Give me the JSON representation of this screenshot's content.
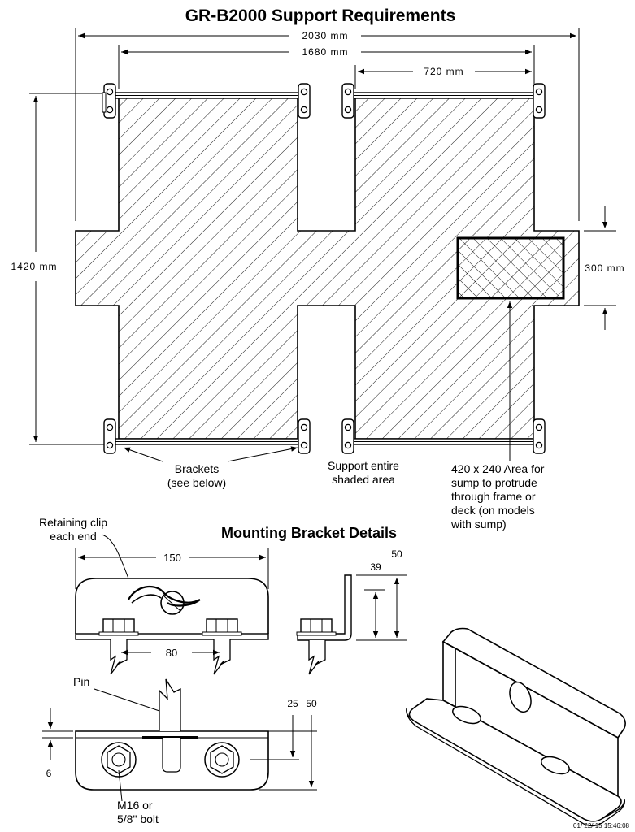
{
  "titles": {
    "main": "GR-B2000 Support Requirements",
    "details": "Mounting Bracket Details"
  },
  "dimensions": {
    "overall_width": "2030  mm",
    "inner_width": "1680  mm",
    "segment_width": "720  mm",
    "height": "1420  mm",
    "sump_band": "300  mm"
  },
  "callouts": {
    "brackets": [
      "Brackets",
      "(see below)"
    ],
    "support": [
      "Support entire",
      "shaded area"
    ],
    "sump": [
      "420 x 240 Area for",
      "sump to protrude",
      "through frame or",
      "deck (on models",
      "with sump)"
    ],
    "retaining_clip": [
      "Retaining clip",
      "each end"
    ],
    "pin": "Pin",
    "bolt": [
      "M16 or",
      "5/8\" bolt"
    ]
  },
  "bracket_dims": {
    "length": "150",
    "hole_spacing": "80",
    "side_39": "39",
    "side_50": "50",
    "base_25": "25",
    "base_50": "50",
    "thickness": "6"
  },
  "timestamp": "01/ 22/ 15  15:46:08"
}
